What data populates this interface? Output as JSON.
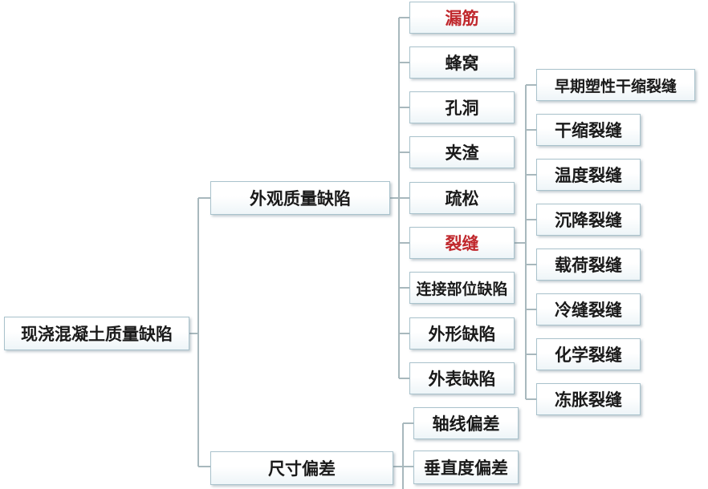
{
  "root": {
    "label": "现浇混凝土质量缺陷"
  },
  "level1": [
    {
      "id": "appearance",
      "label": "外观质量缺陷"
    },
    {
      "id": "dimension",
      "label": "尺寸偏差"
    }
  ],
  "appearance_items": [
    {
      "label": "漏筋",
      "highlight": true
    },
    {
      "label": "蜂窝",
      "highlight": false
    },
    {
      "label": "孔洞",
      "highlight": false
    },
    {
      "label": "夹渣",
      "highlight": false
    },
    {
      "label": "疏松",
      "highlight": false
    },
    {
      "label": "裂缝",
      "highlight": true
    },
    {
      "label": "连接部位缺陷",
      "highlight": false
    },
    {
      "label": "外形缺陷",
      "highlight": false
    },
    {
      "label": "外表缺陷",
      "highlight": false
    }
  ],
  "crack_items": [
    {
      "label": "早期塑性干缩裂缝"
    },
    {
      "label": "干缩裂缝"
    },
    {
      "label": "温度裂缝"
    },
    {
      "label": "沉降裂缝"
    },
    {
      "label": "载荷裂缝"
    },
    {
      "label": "冷缝裂缝"
    },
    {
      "label": "化学裂缝"
    },
    {
      "label": "冻胀裂缝"
    }
  ],
  "dimension_items": [
    {
      "label": "轴线偏差"
    },
    {
      "label": "垂直度偏差"
    }
  ],
  "colors": {
    "highlight": "#c0282d",
    "text": "#1a1a1a",
    "connector": "#a8b8bd",
    "border": "#a9c2cc"
  }
}
